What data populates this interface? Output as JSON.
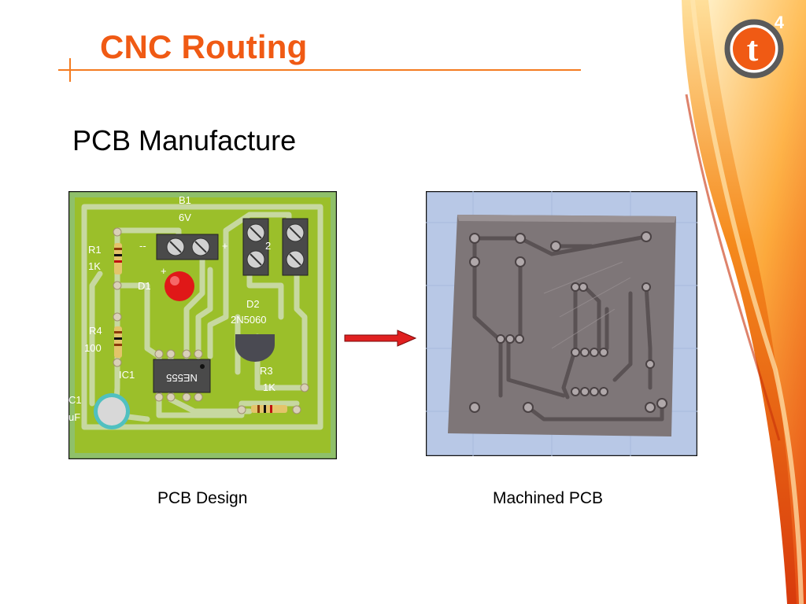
{
  "slide": {
    "title": "CNC Routing",
    "subtitle": "PCB Manufacture"
  },
  "figures": {
    "left_caption": "PCB Design",
    "right_caption": "Machined PCB"
  },
  "pcb_labels": {
    "b1": "B1",
    "b1_value": "6V",
    "minus": "--",
    "plus_top": "+",
    "r1": "R1",
    "r1_value": "1K",
    "plus_d1": "+",
    "d1": "D1",
    "d2": "D2",
    "d2_value": "2N5060",
    "r4": "R4",
    "r4_value": "100",
    "ic1": "IC1",
    "ic_chip": "NE555",
    "r3": "R3",
    "r3_value": "1K",
    "c1": "C1",
    "c1_value": "uF",
    "m2": "2"
  },
  "logo": {
    "letter": "t",
    "superscript": "4"
  },
  "colors": {
    "title": "#f05a14",
    "accent": "#f47b20",
    "pcb_green": "#9bbf2a",
    "arrow": "#e02020"
  }
}
